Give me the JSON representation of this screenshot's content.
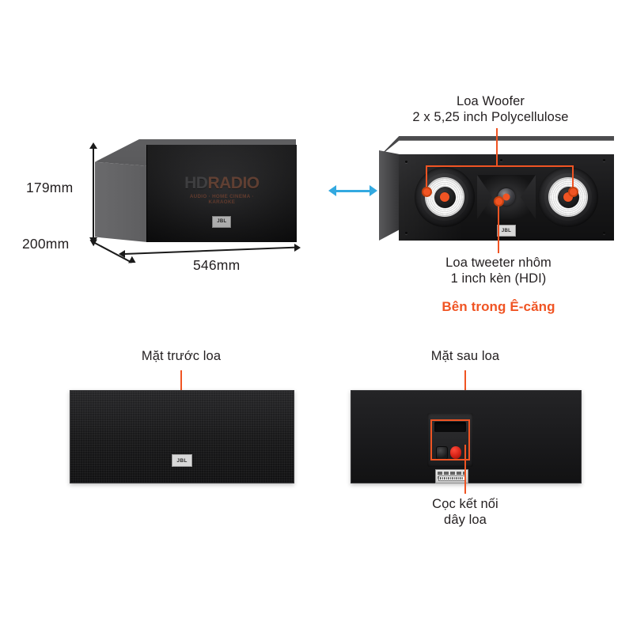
{
  "page": {
    "background": "#ffffff",
    "accent_color": "#f05423",
    "blue_arrow_color": "#33a9e0",
    "text_color": "#231f20"
  },
  "dimensions": {
    "height": "179mm",
    "depth": "200mm",
    "width": "546mm"
  },
  "watermark": {
    "brand_hd": "HD",
    "brand_radio": "RADIO",
    "tagline": "AUDIO · HOME CINEMA · KARAOKE"
  },
  "brand_badge": "JBL",
  "callouts": {
    "woofer": "Loa Woofer\n2 x 5,25 inch Polycellulose",
    "tweeter": "Loa tweeter nhôm\n1 inch kèn (HDI)",
    "inside_grille": "Bên trong Ê-căng",
    "front_face": "Mặt trước loa",
    "rear_face": "Mặt sau loa",
    "terminals": "Cọc kết nối\ndây loa"
  },
  "icons": {
    "blue_double_arrow": "double-arrow-icon",
    "dimension_arrow": "dimension-arrow-icon",
    "leader_dot": "leader-dot-icon"
  }
}
